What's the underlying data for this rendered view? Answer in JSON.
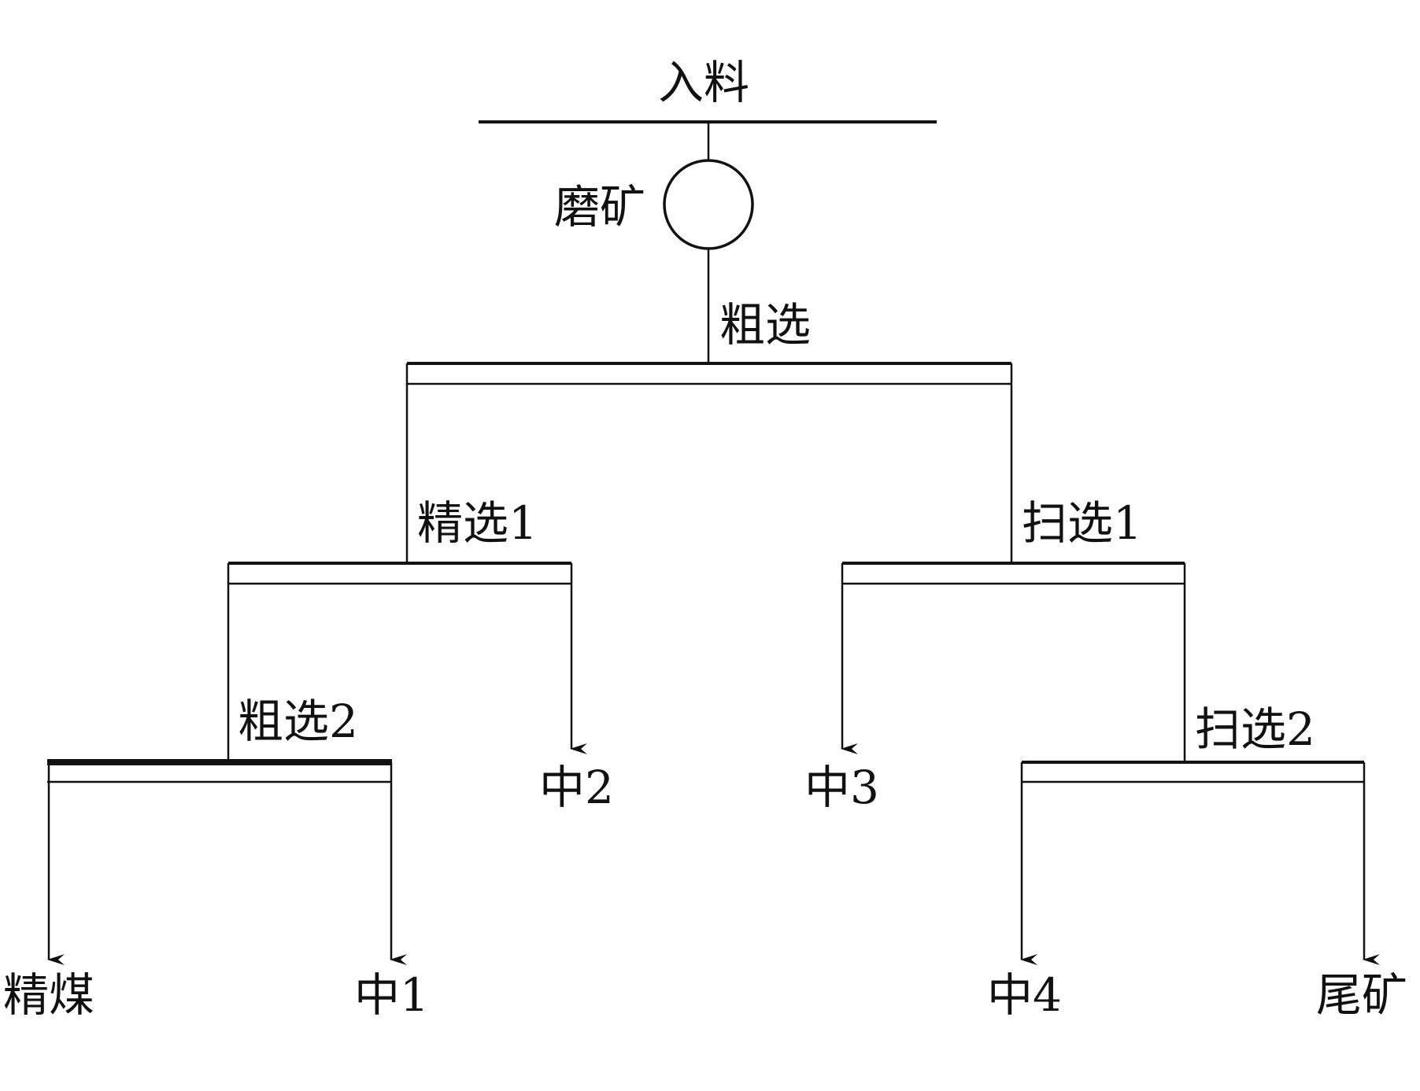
{
  "labels": {
    "feed": "入料",
    "grinding": "磨矿",
    "rougher": "粗选",
    "cleaner1": "精选1",
    "scavenger1": "扫选1",
    "rougher2": "粗选2",
    "scavenger2": "扫选2",
    "middling1": "中1",
    "middling2": "中2",
    "middling3": "中3",
    "middling4": "中4",
    "clean_coal": "精煤",
    "tailings": "尾矿"
  },
  "colors": {
    "line": "#111111",
    "background": "#ffffff"
  }
}
